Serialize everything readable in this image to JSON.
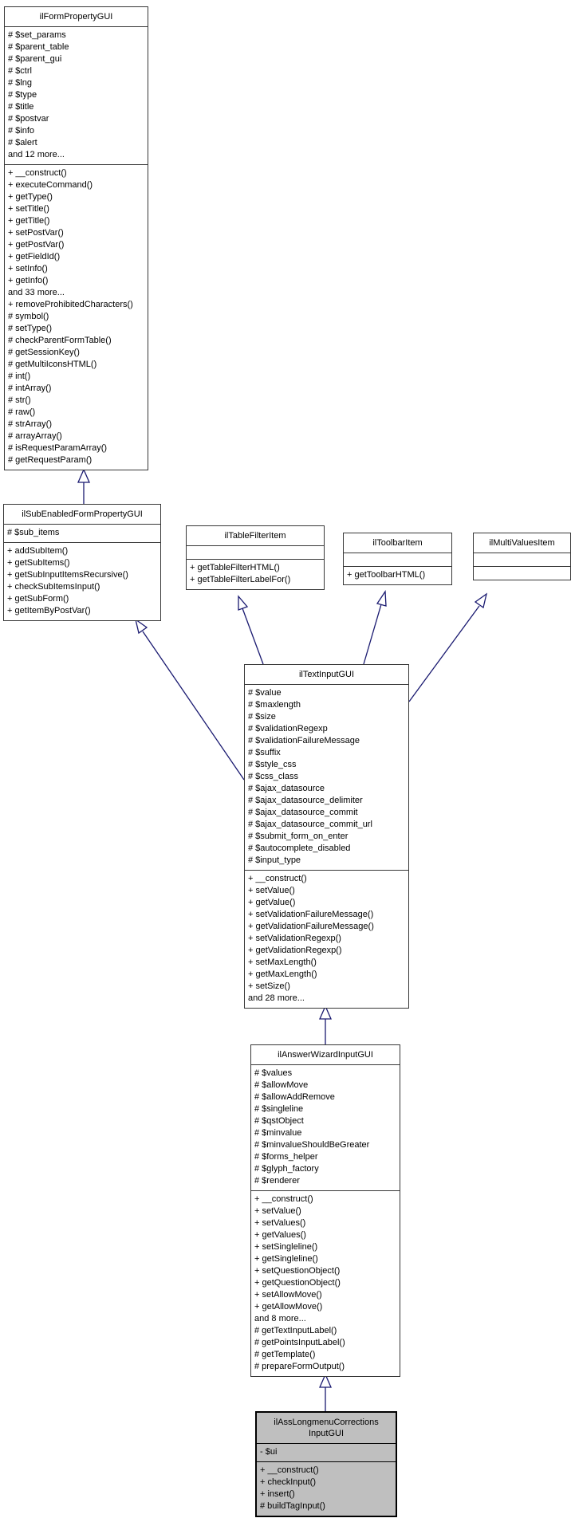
{
  "diagram": {
    "type": "uml-inheritance-graph",
    "colors": {
      "arrow": "#191970",
      "box_border": "#373737",
      "box_fill": "#ffffff",
      "highlight_fill": "#bfbfbf",
      "highlight_border": "#000000",
      "text": "#000000"
    },
    "classes": {
      "form_property": {
        "title": "ilFormPropertyGUI",
        "attributes": [
          "# $set_params",
          "# $parent_table",
          "# $parent_gui",
          "# $ctrl",
          "# $lng",
          "# $type",
          "# $title",
          "# $postvar",
          "# $info",
          "# $alert",
          "and 12 more..."
        ],
        "methods": [
          "+ __construct()",
          "+ executeCommand()",
          "+ getType()",
          "+ setTitle()",
          "+ getTitle()",
          "+ setPostVar()",
          "+ getPostVar()",
          "+ getFieldId()",
          "+ setInfo()",
          "+ getInfo()",
          "and 33 more...",
          "+ removeProhibitedCharacters()",
          "# symbol()",
          "# setType()",
          "# checkParentFormTable()",
          "# getSessionKey()",
          "# getMultiIconsHTML()",
          "# int()",
          "# intArray()",
          "# str()",
          "# raw()",
          "# strArray()",
          "# arrayArray()",
          "# isRequestParamArray()",
          "# getRequestParam()"
        ]
      },
      "sub_enabled": {
        "title": "ilSubEnabledFormPropertyGUI",
        "attributes": [
          "# $sub_items"
        ],
        "methods": [
          "+ addSubItem()",
          "+ getSubItems()",
          "+ getSubInputItemsRecursive()",
          "+ checkSubItemsInput()",
          "+ getSubForm()",
          "+ getItemByPostVar()"
        ]
      },
      "table_filter": {
        "title": "ilTableFilterItem",
        "attributes": [],
        "methods": [
          "+ getTableFilterHTML()",
          "+ getTableFilterLabelFor()"
        ]
      },
      "toolbar_item": {
        "title": "ilToolbarItem",
        "attributes": [],
        "methods": [
          "+ getToolbarHTML()"
        ]
      },
      "multi_values": {
        "title": "ilMultiValuesItem",
        "attributes": [],
        "methods": []
      },
      "text_input": {
        "title": "ilTextInputGUI",
        "attributes": [
          "# $value",
          "# $maxlength",
          "# $size",
          "# $validationRegexp",
          "# $validationFailureMessage",
          "# $suffix",
          "# $style_css",
          "# $css_class",
          "# $ajax_datasource",
          "# $ajax_datasource_delimiter",
          "# $ajax_datasource_commit",
          "# $ajax_datasource_commit_url",
          "# $submit_form_on_enter",
          "# $autocomplete_disabled",
          "# $input_type"
        ],
        "methods": [
          "+ __construct()",
          "+ setValue()",
          "+ getValue()",
          "+ setValidationFailureMessage()",
          "+ getValidationFailureMessage()",
          "+ setValidationRegexp()",
          "+ getValidationRegexp()",
          "+ setMaxLength()",
          "+ getMaxLength()",
          "+ setSize()",
          "and 28 more..."
        ]
      },
      "answer_wizard": {
        "title": "ilAnswerWizardInputGUI",
        "attributes": [
          "# $values",
          "# $allowMove",
          "# $allowAddRemove",
          "# $singleline",
          "# $qstObject",
          "# $minvalue",
          "# $minvalueShouldBeGreater",
          "# $forms_helper",
          "# $glyph_factory",
          "# $renderer"
        ],
        "methods": [
          "+ __construct()",
          "+ setValue()",
          "+ setValues()",
          "+ getValues()",
          "+ setSingleline()",
          "+ getSingleline()",
          "+ setQuestionObject()",
          "+ getQuestionObject()",
          "+ setAllowMove()",
          "+ getAllowMove()",
          "and 8 more...",
          "# getTextInputLabel()",
          "# getPointsInputLabel()",
          "# getTemplate()",
          "# prepareFormOutput()"
        ]
      },
      "ass_longmenu": {
        "title": "ilAssLongmenuCorrections\nInputGUI",
        "attributes": [
          "- $ui"
        ],
        "methods": [
          "+ __construct()",
          "+ checkInput()",
          "+ insert()",
          "# buildTagInput()"
        ]
      }
    },
    "relations": [
      {
        "from": "ilSubEnabledFormPropertyGUI",
        "to": "ilFormPropertyGUI",
        "type": "inherits"
      },
      {
        "from": "ilTextInputGUI",
        "to": "ilSubEnabledFormPropertyGUI",
        "type": "inherits"
      },
      {
        "from": "ilTextInputGUI",
        "to": "ilTableFilterItem",
        "type": "inherits"
      },
      {
        "from": "ilTextInputGUI",
        "to": "ilToolbarItem",
        "type": "inherits"
      },
      {
        "from": "ilTextInputGUI",
        "to": "ilMultiValuesItem",
        "type": "inherits"
      },
      {
        "from": "ilAnswerWizardInputGUI",
        "to": "ilTextInputGUI",
        "type": "inherits"
      },
      {
        "from": "ilAssLongmenuCorrectionsInputGUI",
        "to": "ilAnswerWizardInputGUI",
        "type": "inherits"
      }
    ]
  }
}
